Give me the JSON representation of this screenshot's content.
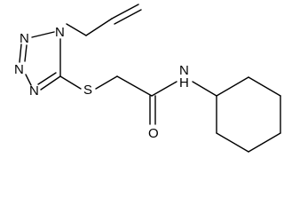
{
  "structure": {
    "atoms": {
      "n_methyl_ring": "N",
      "n_ring_1": "N",
      "n_ring_2": "N",
      "n_ring_3": "N",
      "sulfur": "S",
      "amide_n": "N",
      "amide_h": "H",
      "carbonyl_o": "O"
    }
  }
}
